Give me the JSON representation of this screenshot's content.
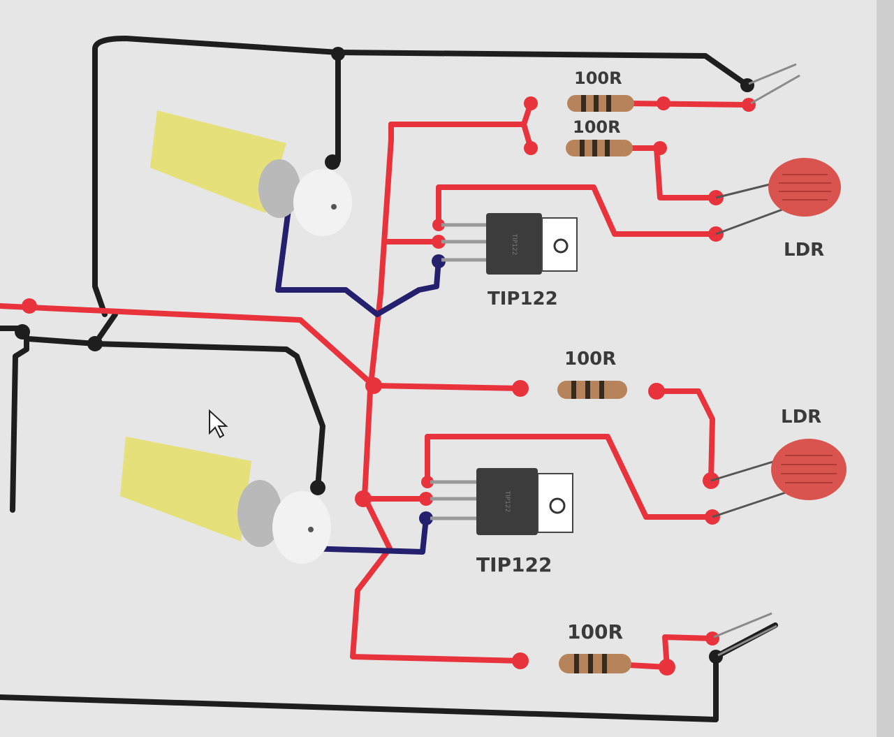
{
  "labels": {
    "resistor_1": "100R",
    "resistor_2": "100R",
    "resistor_3": "100R",
    "resistor_4": "100R",
    "transistor_1": "TIP122",
    "transistor_2": "TIP122",
    "ldr_1": "LDR",
    "ldr_2": "LDR"
  },
  "colors": {
    "wire_black": "#1e1e1e",
    "wire_red": "#e8323c",
    "wire_blue": "#25206e",
    "motor_body": "#e6e07a",
    "ldr_body": "#d9534f",
    "transistor_body": "#3c3c3c",
    "resistor_body": "#b7835a"
  }
}
